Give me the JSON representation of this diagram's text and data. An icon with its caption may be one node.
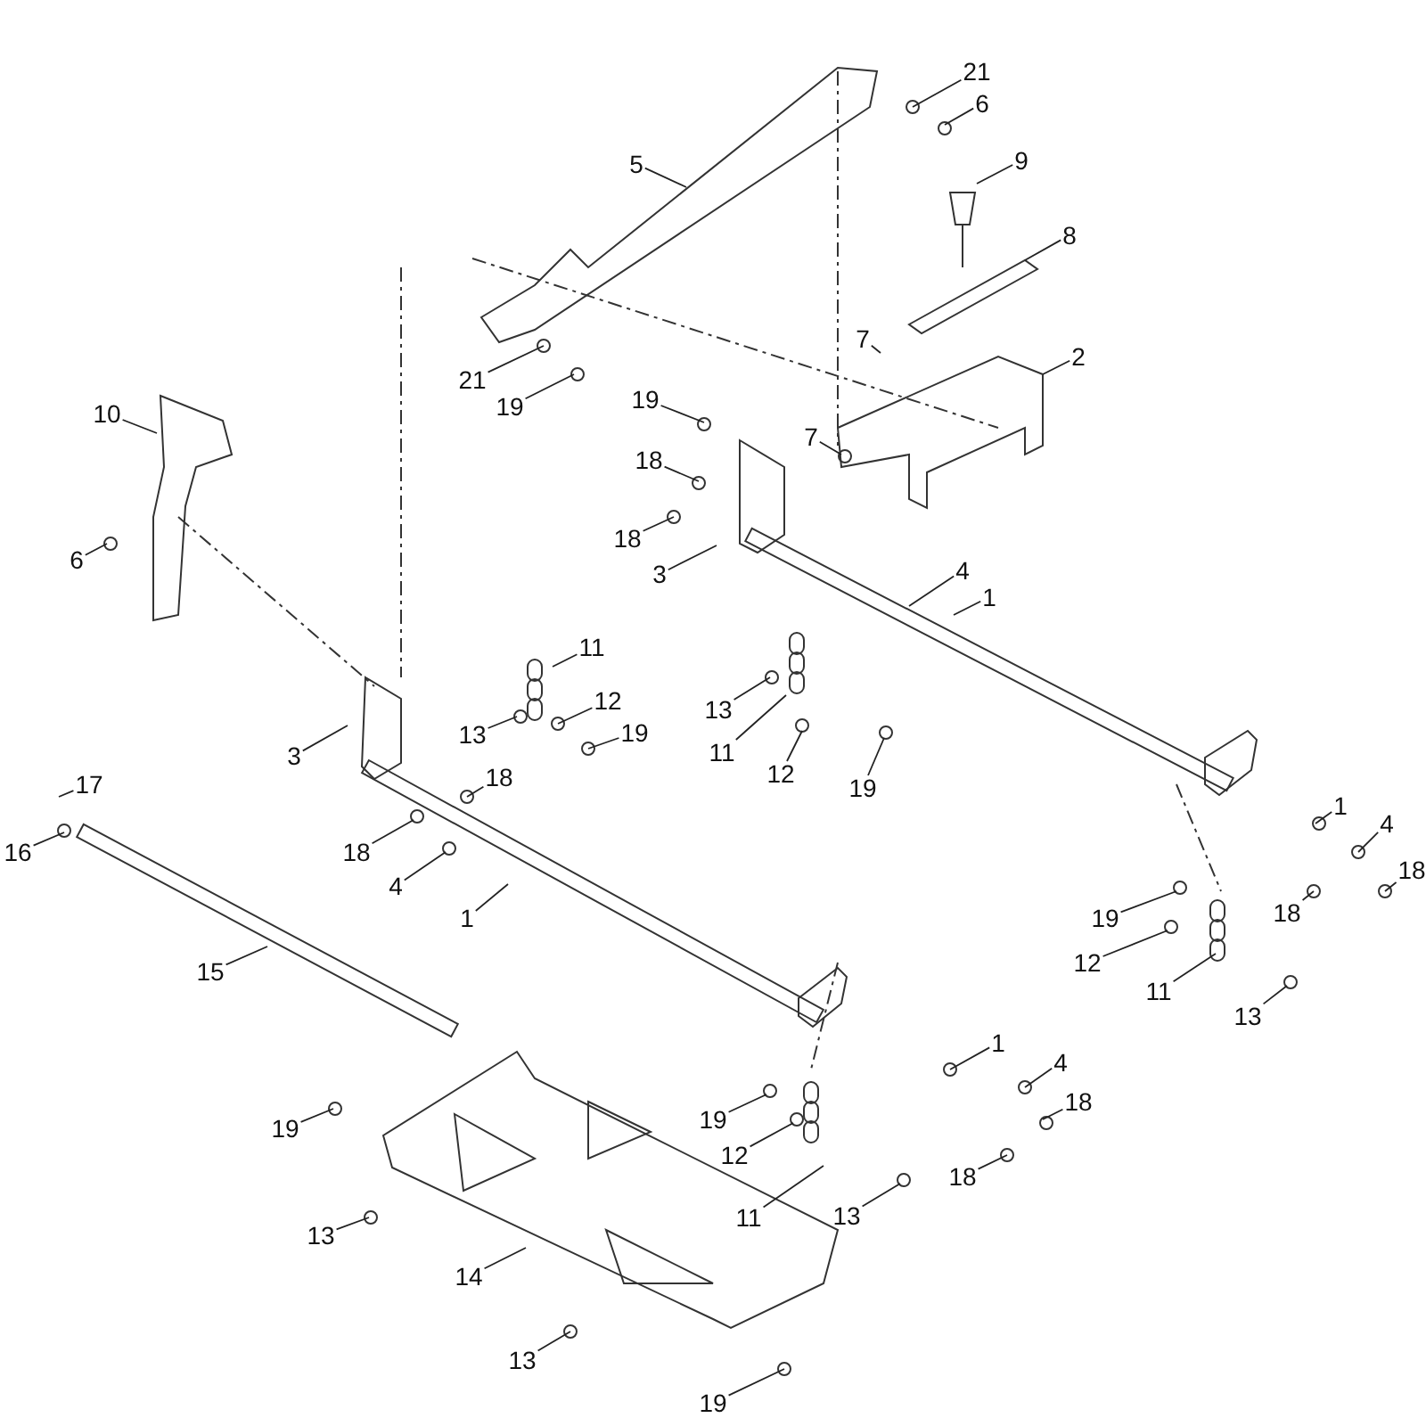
{
  "diagram": {
    "nodes": [
      {
        "text": [
          "21"
        ]
      },
      {
        "text": [
          "6"
        ]
      },
      {
        "text": [
          "5"
        ]
      },
      {
        "text": [
          "9"
        ]
      },
      {
        "text": [
          "8"
        ]
      },
      {
        "text": [
          "7"
        ]
      },
      {
        "text": [
          "2"
        ]
      },
      {
        "text": [
          "10"
        ]
      },
      {
        "text": [
          "21"
        ]
      },
      {
        "text": [
          "19"
        ]
      },
      {
        "text": [
          "19"
        ]
      },
      {
        "text": [
          "7"
        ]
      },
      {
        "text": [
          "18"
        ]
      },
      {
        "text": [
          "18"
        ]
      },
      {
        "text": [
          "6"
        ]
      },
      {
        "text": [
          "3"
        ]
      },
      {
        "text": [
          "4"
        ]
      },
      {
        "text": [
          "1"
        ]
      },
      {
        "text": [
          "11"
        ]
      },
      {
        "text": [
          "12"
        ]
      },
      {
        "text": [
          "19"
        ]
      },
      {
        "text": [
          "13"
        ]
      },
      {
        "text": [
          "13"
        ]
      },
      {
        "text": [
          "11"
        ]
      },
      {
        "text": [
          "12"
        ]
      },
      {
        "text": [
          "19"
        ]
      },
      {
        "text": [
          "3"
        ]
      },
      {
        "text": [
          "17"
        ]
      },
      {
        "text": [
          "16"
        ]
      },
      {
        "text": [
          "18"
        ]
      },
      {
        "text": [
          "18"
        ]
      },
      {
        "text": [
          "4"
        ]
      },
      {
        "text": [
          "1"
        ]
      },
      {
        "text": [
          "15"
        ]
      },
      {
        "text": [
          "1"
        ]
      },
      {
        "text": [
          "4"
        ]
      },
      {
        "text": [
          "18"
        ]
      },
      {
        "text": [
          "18"
        ]
      },
      {
        "text": [
          "19"
        ]
      },
      {
        "text": [
          "12"
        ]
      },
      {
        "text": [
          "11"
        ]
      },
      {
        "text": [
          "13"
        ]
      },
      {
        "text": [
          "1"
        ]
      },
      {
        "text": [
          "4"
        ]
      },
      {
        "text": [
          "18"
        ]
      },
      {
        "text": [
          "19"
        ]
      },
      {
        "text": [
          "19"
        ]
      },
      {
        "text": [
          "12"
        ]
      },
      {
        "text": [
          "11"
        ]
      },
      {
        "text": [
          "13"
        ]
      },
      {
        "text": [
          "18"
        ]
      },
      {
        "text": [
          "13"
        ]
      },
      {
        "text": [
          "14"
        ]
      },
      {
        "text": [
          "13"
        ]
      },
      {
        "text": [
          "19"
        ]
      }
    ],
    "edges": [
      {
        "from": 0,
        "to": null,
        "arrow": "none"
      },
      {
        "from": 1,
        "to": null,
        "arrow": "none"
      },
      {
        "from": 2,
        "to": null,
        "arrow": "none"
      },
      {
        "from": 3,
        "to": null,
        "arrow": "none"
      },
      {
        "from": 4,
        "to": null,
        "arrow": "none"
      },
      {
        "from": 5,
        "to": null,
        "arrow": "none"
      },
      {
        "from": 6,
        "to": null,
        "arrow": "none"
      },
      {
        "from": 7,
        "to": null,
        "arrow": "none"
      },
      {
        "from": 8,
        "to": null,
        "arrow": "none"
      },
      {
        "from": 9,
        "to": null,
        "arrow": "none"
      },
      {
        "from": 10,
        "to": null,
        "arrow": "none"
      },
      {
        "from": 11,
        "to": null,
        "arrow": "none"
      },
      {
        "from": 12,
        "to": null,
        "arrow": "none"
      },
      {
        "from": 13,
        "to": null,
        "arrow": "none"
      },
      {
        "from": 14,
        "to": null,
        "arrow": "none"
      },
      {
        "from": 15,
        "to": null,
        "arrow": "none"
      },
      {
        "from": 16,
        "to": null,
        "arrow": "none"
      },
      {
        "from": 17,
        "to": null,
        "arrow": "none"
      },
      {
        "from": 18,
        "to": null,
        "arrow": "none"
      },
      {
        "from": 19,
        "to": null,
        "arrow": "none"
      },
      {
        "from": 20,
        "to": null,
        "arrow": "none"
      },
      {
        "from": 21,
        "to": null,
        "arrow": "none"
      },
      {
        "from": 22,
        "to": null,
        "arrow": "none"
      },
      {
        "from": 23,
        "to": null,
        "arrow": "none"
      },
      {
        "from": 24,
        "to": null,
        "arrow": "none"
      },
      {
        "from": 25,
        "to": null,
        "arrow": "none"
      },
      {
        "from": 26,
        "to": null,
        "arrow": "none"
      },
      {
        "from": 27,
        "to": null,
        "arrow": "none"
      },
      {
        "from": 28,
        "to": null,
        "arrow": "none"
      },
      {
        "from": 29,
        "to": null,
        "arrow": "none"
      },
      {
        "from": 30,
        "to": null,
        "arrow": "none"
      },
      {
        "from": 31,
        "to": null,
        "arrow": "none"
      },
      {
        "from": 32,
        "to": null,
        "arrow": "none"
      },
      {
        "from": 33,
        "to": null,
        "arrow": "none"
      },
      {
        "from": 34,
        "to": null,
        "arrow": "none"
      },
      {
        "from": 35,
        "to": null,
        "arrow": "none"
      },
      {
        "from": 36,
        "to": null,
        "arrow": "none"
      },
      {
        "from": 37,
        "to": null,
        "arrow": "none"
      },
      {
        "from": 38,
        "to": null,
        "arrow": "none"
      },
      {
        "from": 39,
        "to": null,
        "arrow": "none"
      },
      {
        "from": 40,
        "to": null,
        "arrow": "none"
      },
      {
        "from": 41,
        "to": null,
        "arrow": "none"
      },
      {
        "from": 42,
        "to": null,
        "arrow": "none"
      },
      {
        "from": 43,
        "to": null,
        "arrow": "none"
      },
      {
        "from": 44,
        "to": null,
        "arrow": "none"
      },
      {
        "from": 45,
        "to": null,
        "arrow": "none"
      },
      {
        "from": 46,
        "to": null,
        "arrow": "none"
      },
      {
        "from": 47,
        "to": null,
        "arrow": "none"
      },
      {
        "from": 48,
        "to": null,
        "arrow": "none"
      },
      {
        "from": 49,
        "to": null,
        "arrow": "none"
      },
      {
        "from": 50,
        "to": null,
        "arrow": "none"
      },
      {
        "from": 51,
        "to": null,
        "arrow": "none"
      },
      {
        "from": 52,
        "to": null,
        "arrow": "none"
      },
      {
        "from": 53,
        "to": null,
        "arrow": "none"
      },
      {
        "from": 54,
        "to": null,
        "arrow": "none"
      }
    ]
  }
}
